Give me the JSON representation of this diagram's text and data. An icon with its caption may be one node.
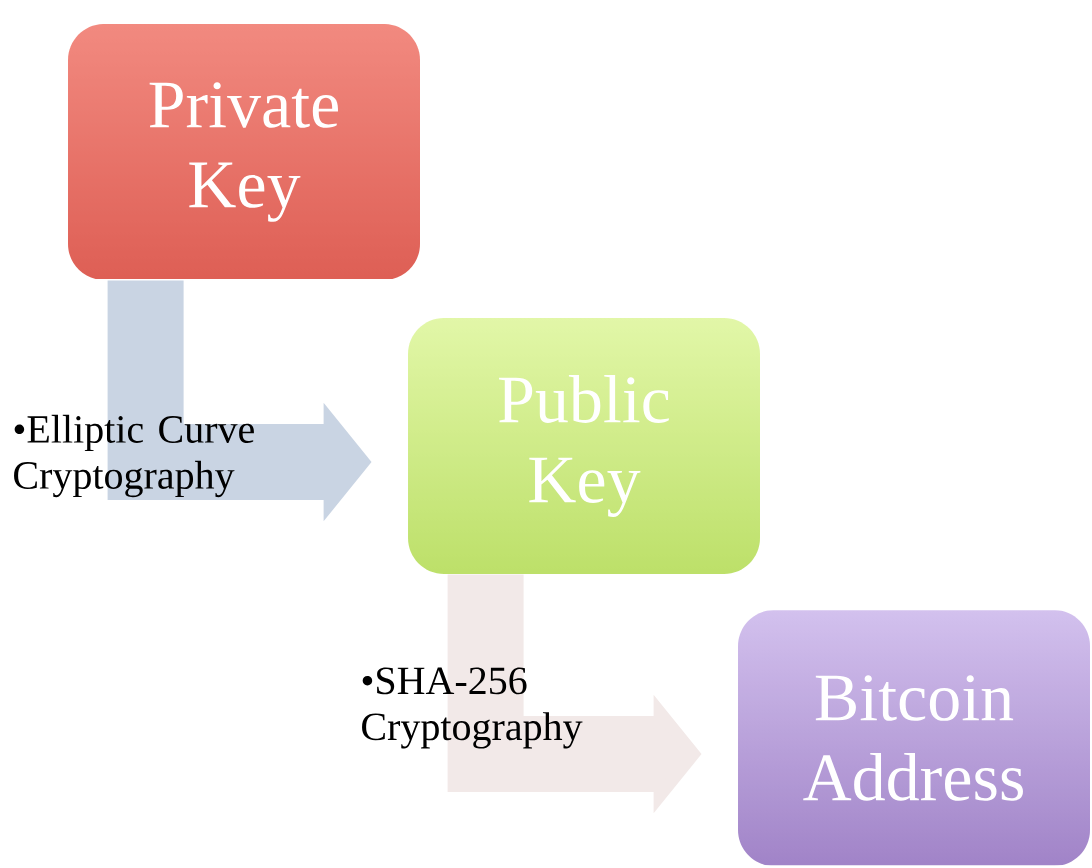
{
  "diagram": {
    "nodes": [
      {
        "text": [
          "Private Key"
        ]
      },
      {
        "text": [
          "Public Key"
        ]
      },
      {
        "text": [
          "Bitcoin Address"
        ]
      }
    ],
    "edges": [
      {
        "from": 0,
        "to": 1,
        "arrow": "to",
        "label": "•Elliptic Curve Cryptography",
        "color": "#c9d4e3"
      },
      {
        "from": 1,
        "to": 2,
        "arrow": "to",
        "label": "•SHA-256 Cryptography",
        "color": "#f2e9e8"
      }
    ]
  }
}
